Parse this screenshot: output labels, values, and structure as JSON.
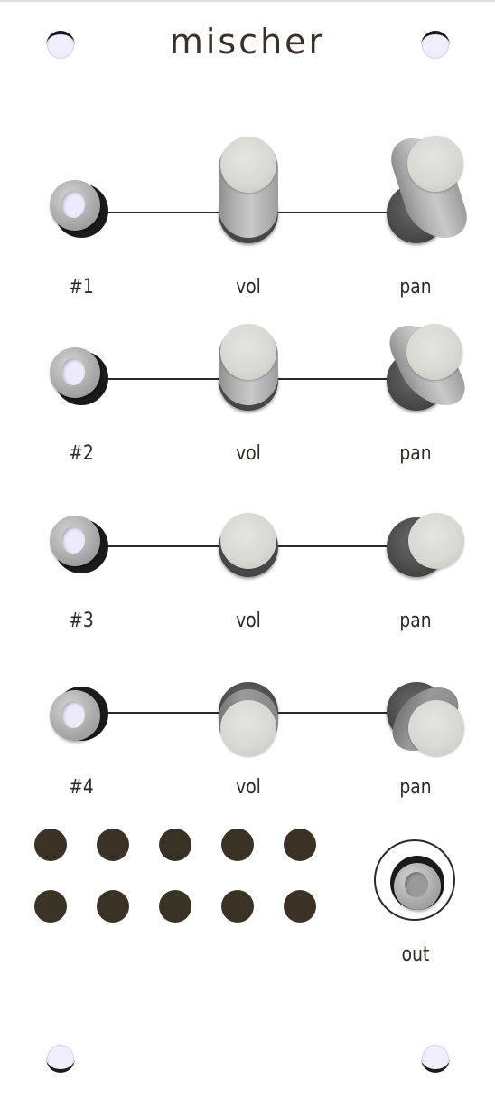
{
  "module": {
    "title": "mischer"
  },
  "channels": [
    {
      "input_label": "#1",
      "vol_label": "vol",
      "pan_label": "pan"
    },
    {
      "input_label": "#2",
      "vol_label": "vol",
      "pan_label": "pan"
    },
    {
      "input_label": "#3",
      "vol_label": "vol",
      "pan_label": "pan"
    },
    {
      "input_label": "#4",
      "vol_label": "vol",
      "pan_label": "pan"
    }
  ],
  "output": {
    "label": "out"
  },
  "colors": {
    "panel": "#ffffff",
    "text": "#2e2a22",
    "led_dot": "#3a3224",
    "knob_cap": "#d9d9d4",
    "screw_hole": "#eeeefc"
  }
}
